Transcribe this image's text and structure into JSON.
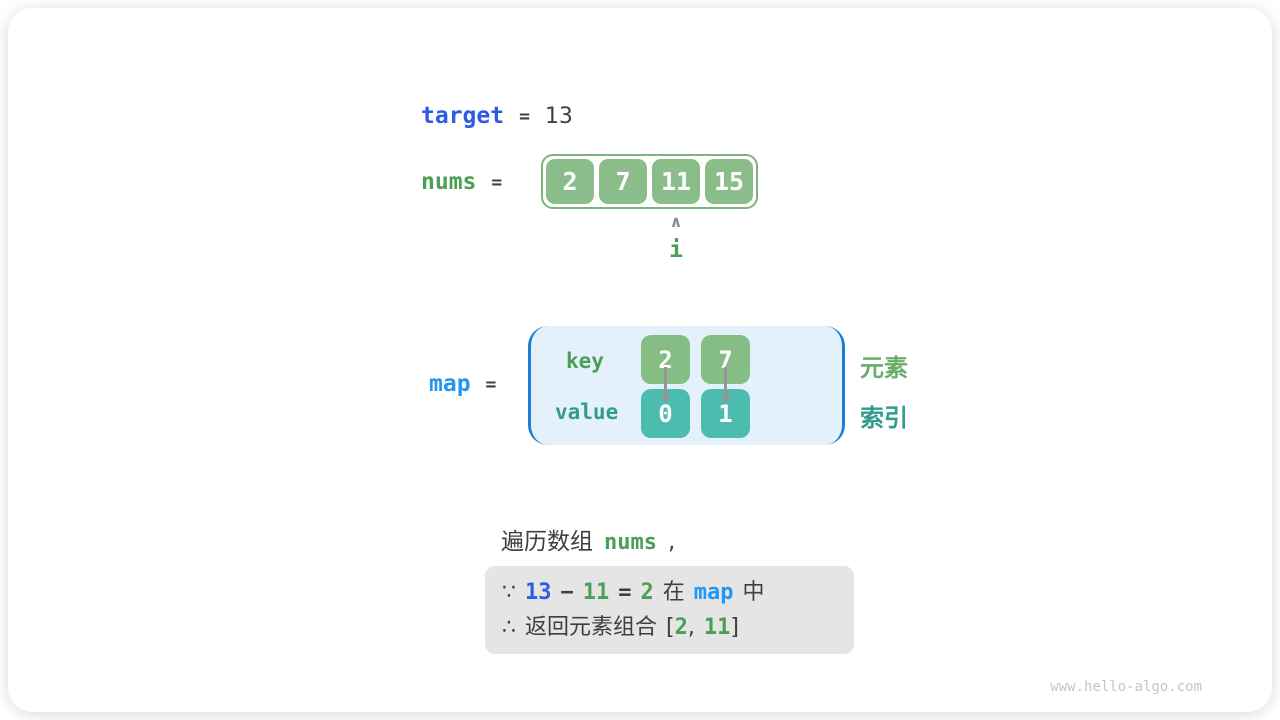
{
  "colors": {
    "royal_blue": "#2e5be6",
    "light_blue": "#2196f3",
    "green_text": "#4a9e55",
    "teal_text": "#2f9c8e",
    "element_label_green": "#6aad6a",
    "array_box_green": "#8bbd8b",
    "array_border_green": "#7cb47c",
    "key_box_green": "#85bd85",
    "value_box_teal": "#4cbcae",
    "map_background": "#e4f1fb",
    "map_bracket_blue": "#1c7fd6",
    "dark_text": "#3f3f3f",
    "conclusion_box_gray": "#e5e5e5",
    "arrow_gray": "#949494",
    "watermark_gray": "#c6c6c6"
  },
  "target_row": {
    "label": "target",
    "equals": "=",
    "value": "13"
  },
  "nums_row": {
    "label": "nums",
    "equals": "="
  },
  "nums_array": {
    "values": [
      "2",
      "7",
      "11",
      "15"
    ]
  },
  "pointer": {
    "arrow_glyph": "∧",
    "label": "i"
  },
  "map_row": {
    "label": "map",
    "equals": "="
  },
  "map_box": {
    "key_label": "key",
    "value_label": "value",
    "keys": [
      "2",
      "7"
    ],
    "values": [
      "0",
      "1"
    ]
  },
  "side_labels": {
    "element": "元素",
    "index": "索引"
  },
  "caption": {
    "prefix": "遍历数组",
    "code": "nums",
    "comma": ","
  },
  "conclusion": {
    "because": "∵",
    "operand1": "13",
    "minus": "−",
    "operand2": "11",
    "equals": "=",
    "result": "2",
    "in_text": "在",
    "map_ref": "map",
    "in_suffix": "中",
    "therefore": "∴",
    "line2_text": "返回元素组合",
    "bracket_open": "[",
    "value1": "2",
    "comma": ",",
    "value2": "11",
    "bracket_close": "]"
  },
  "watermark": "www.hello-algo.com"
}
